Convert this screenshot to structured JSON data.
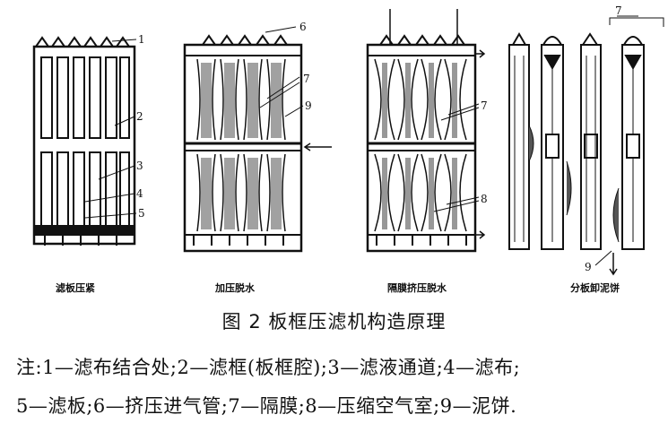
{
  "panels": [
    {
      "caption": "滤板压紧"
    },
    {
      "caption": "加压脱水"
    },
    {
      "caption": "隔膜挤压脱水"
    },
    {
      "caption": "分板卸泥饼"
    }
  ],
  "callouts": [
    "1",
    "2",
    "3",
    "4",
    "5",
    "6",
    "7",
    "9",
    "7",
    "8",
    "7",
    "9"
  ],
  "figure_title": "图 2   板框压滤机构造原理",
  "notes": {
    "line1": "注:1—滤布结合处;2—滤框(板框腔);3—滤液通道;4—滤布;",
    "line2": "5—滤板;6—挤压进气管;7—隔膜;8—压缩空气室;9—泥饼."
  }
}
